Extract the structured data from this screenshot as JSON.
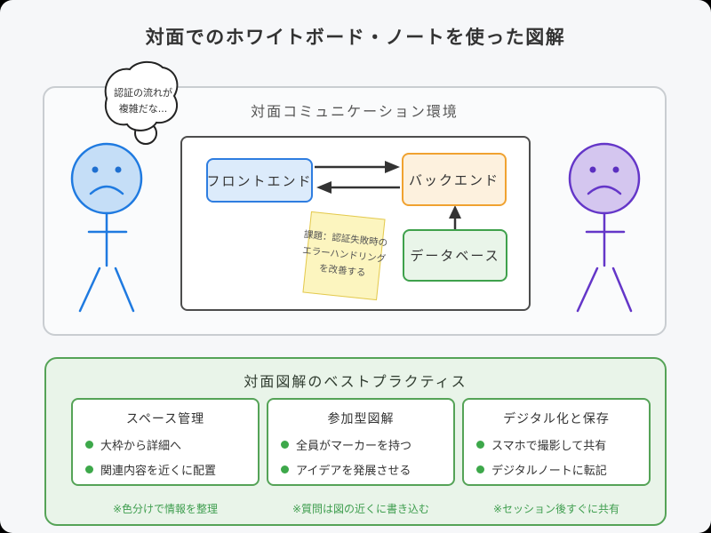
{
  "page": {
    "title": "対面でのホワイトボード・ノートを使った図解"
  },
  "colors": {
    "page_bg": "#f6f7f9",
    "frontend_fill": "#dcebfb",
    "frontend_border": "#2e7de0",
    "backend_fill": "#fdf1de",
    "backend_border": "#f0a230",
    "database_fill": "#e9f5e9",
    "database_border": "#3fa14c",
    "sticky_fill": "#fcf5bf",
    "sticky_border": "#e3c94e",
    "green_panel_fill": "#e9f4e9",
    "green_border": "#55a357",
    "person_left_stroke": "#1f7ae0",
    "person_left_fill": "#c5def7",
    "person_right_stroke": "#6436c8",
    "person_right_fill": "#d4c6ef",
    "arrow": "#333333",
    "bullet_dot": "#3da84a",
    "footnote_green": "#3f9e4f"
  },
  "environment_panel": {
    "header": "対面コミュニケーション環境",
    "thought_bubble": {
      "lines": [
        "認証の流れが",
        "複雑だな..."
      ]
    },
    "whiteboard": {
      "frontend_label": "フロントエンド",
      "backend_label": "バックエンド",
      "database_label": "データベース",
      "sticky_note_lines": [
        "課題：認証失敗時の",
        "エラーハンドリング",
        "を改善する"
      ]
    }
  },
  "best_practices_panel": {
    "header": "対面図解のベストプラクティス",
    "cards": [
      {
        "title": "スペース管理",
        "bullets": [
          "大枠から詳細へ",
          "関連内容を近くに配置"
        ],
        "footnote": "※色分けで情報を整理"
      },
      {
        "title": "参加型図解",
        "bullets": [
          "全員がマーカーを持つ",
          "アイデアを発展させる"
        ],
        "footnote": "※質問は図の近くに書き込む"
      },
      {
        "title": "デジタル化と保存",
        "bullets": [
          "スマホで撮影して共有",
          "デジタルノートに転記"
        ],
        "footnote": "※セッション後すぐに共有"
      }
    ]
  }
}
